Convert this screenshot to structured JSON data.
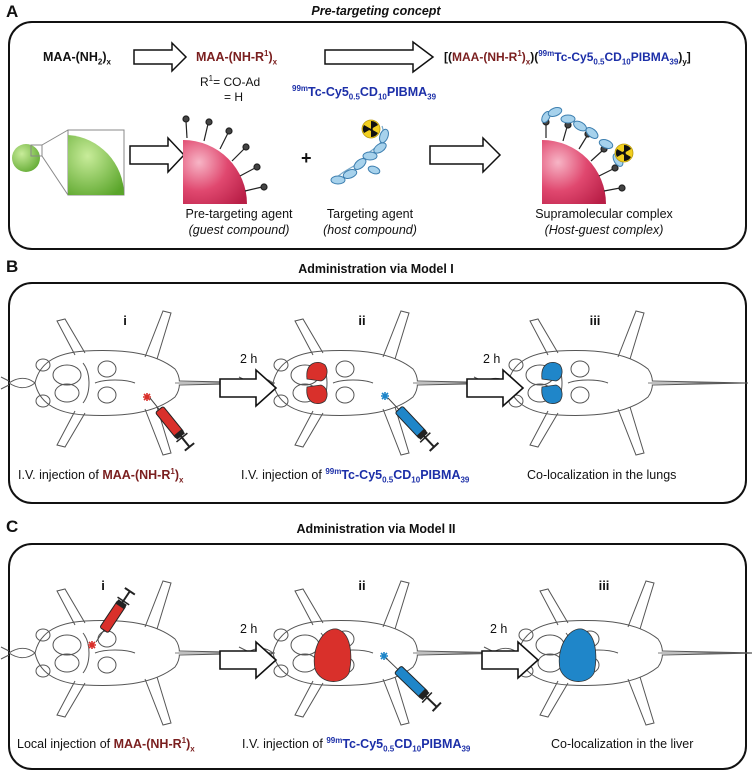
{
  "panel_a": {
    "letter": "A",
    "title": "Pre-targeting concept",
    "maa_nh2": "MAA-(NH",
    "maa_nh2_sub": "2",
    "maa_nh2_close": ")",
    "maa_nh2_x": "x",
    "maa_nhr": "MAA-(NH-R",
    "maa_nhr_sup": "1",
    "maa_nhr_close": ")",
    "maa_nhr_x": "x",
    "r1_line1_prefix": "R",
    "r1_line1_sup": "1",
    "r1_line1_rest": "= CO-Ad",
    "r1_line2": "= H",
    "tc_sup": "99m",
    "tc_a": "Tc-Cy5",
    "tc_sub1": "0.5",
    "tc_b": "CD",
    "tc_sub2": "10",
    "tc_c": "PIBMA",
    "tc_sub3": "39",
    "complex_open": "[(",
    "complex_maa": "MAA-(NH-R",
    "complex_sup1": "1",
    "complex_close1": ")",
    "complex_x": "x",
    "complex_mid": ")(",
    "complex_sup2": "99m",
    "complex_tc": "Tc-Cy5",
    "complex_sub1": "0.5",
    "complex_cd": "CD",
    "complex_sub2": "10",
    "complex_pib": "PIBMA",
    "complex_sub3": "39",
    "complex_end": ")",
    "complex_y": "y",
    "complex_bracket": "]",
    "plus": "+",
    "pretargeting_agent": "Pre-targeting agent",
    "guest_compound": "(guest compound)",
    "targeting_agent": "Targeting agent",
    "host_compound": "(host compound)",
    "supra_complex": "Supramolecular complex",
    "host_guest": "(Host-guest complex)"
  },
  "panel_b": {
    "letter": "B",
    "title": "Administration via Model I",
    "step_i": "i",
    "step_ii": "ii",
    "step_iii": "iii",
    "time1": "2 h",
    "time2": "2 h",
    "cap1_prefix": "I.V. injection of ",
    "cap1_maa": "MAA-(NH-R",
    "cap1_sup": "1",
    "cap1_close": ")",
    "cap1_x": "x",
    "cap2_prefix": "I.V. injection of ",
    "cap2_sup": "99m",
    "cap2_a": "Tc-Cy5",
    "cap2_sub1": "0.5",
    "cap2_b": "CD",
    "cap2_sub2": "10",
    "cap2_c": "PIBMA",
    "cap2_sub3": "39",
    "cap3": "Co-localization in the lungs"
  },
  "panel_c": {
    "letter": "C",
    "title": "Administration via Model II",
    "step_i": "i",
    "step_ii": "ii",
    "step_iii": "iii",
    "time1": "2 h",
    "time2": "2 h",
    "cap1_prefix": "Local injection of ",
    "cap1_maa": "MAA-(NH-R",
    "cap1_sup": "1",
    "cap1_close": ")",
    "cap1_x": "x",
    "cap2_prefix": "I.V. injection of ",
    "cap2_sup": "99m",
    "cap2_a": "Tc-Cy5",
    "cap2_sub1": "0.5",
    "cap2_b": "CD",
    "cap2_sub2": "10",
    "cap2_c": "PIBMA",
    "cap2_sub3": "39",
    "cap3": "Co-localization in the liver"
  },
  "colors": {
    "maa_red": "#7a1f1f",
    "tc_blue": "#1c2fa8",
    "organ_red": "#d9302b",
    "organ_blue": "#1f86c9",
    "sphere_pink": "#d83a62",
    "sphere_green": "#7dc23d",
    "radioactive_yellow": "#f2cf1f"
  },
  "icons": {
    "radioactive": "radioactive-icon",
    "syringe_red": "syringe-red-icon",
    "syringe_blue": "syringe-blue-icon",
    "arrow": "right-arrow-icon"
  }
}
